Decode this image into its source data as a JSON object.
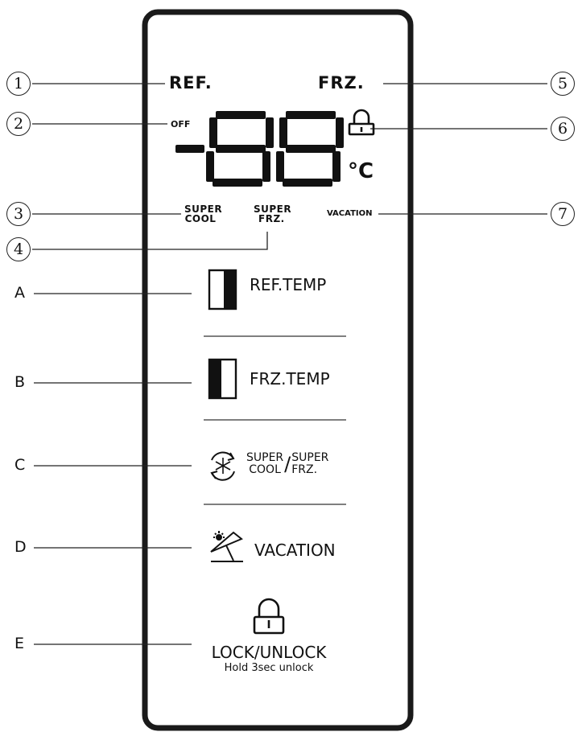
{
  "callouts": {
    "numbers": [
      "1",
      "2",
      "3",
      "4",
      "5",
      "6",
      "7"
    ],
    "letters": [
      "A",
      "B",
      "C",
      "D",
      "E"
    ]
  },
  "display": {
    "ref_label": "REF.",
    "frz_label": "FRZ.",
    "off_label": "OFF",
    "digits": "-88",
    "unit": "°C",
    "super_cool_line1": "SUPER",
    "super_cool_line2": "COOL",
    "super_frz_line1": "SUPER",
    "super_frz_line2": "FRZ.",
    "vacation_label": "VACATION",
    "lock_icon": "lock-icon"
  },
  "buttons": {
    "ref_temp": {
      "label": "REF.TEMP",
      "icon": "fridge-left-door-icon"
    },
    "frz_temp": {
      "label": "FRZ.TEMP",
      "icon": "fridge-right-door-icon"
    },
    "super": {
      "label_super1": "SUPER",
      "label_cool": "COOL",
      "label_super2": "SUPER",
      "label_frz": "FRZ.",
      "icon": "snowflake-cycle-icon"
    },
    "vacation": {
      "label": "VACATION",
      "icon": "beach-umbrella-icon"
    },
    "lock": {
      "label": "LOCK/UNLOCK",
      "sublabel": "Hold 3sec unlock",
      "icon": "lock-icon"
    }
  }
}
